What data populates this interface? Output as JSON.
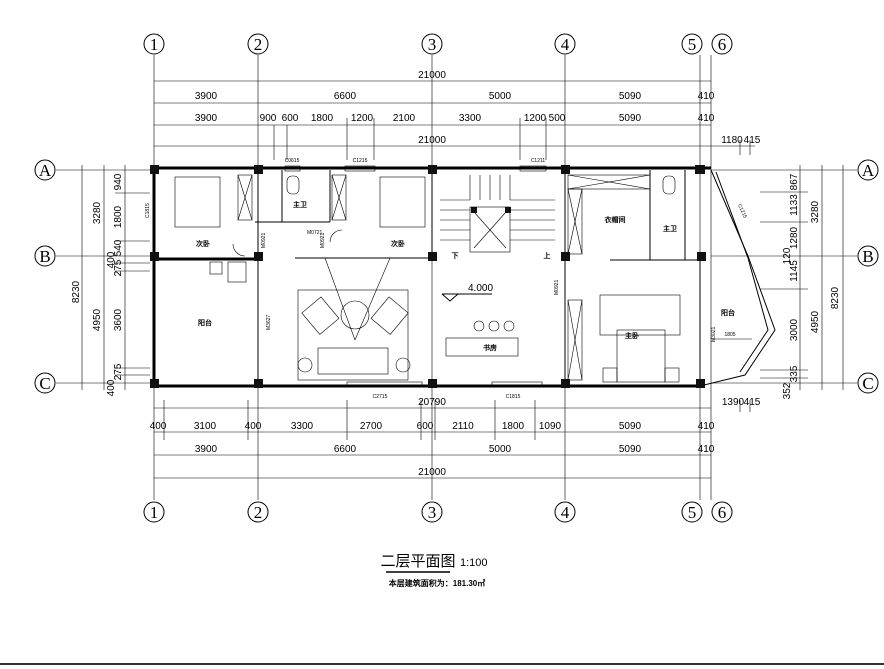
{
  "drawing": {
    "title": "二层平面图",
    "scale": "1:100",
    "area_note": "本层建筑面积为：181.30㎡",
    "elevation": "4.000"
  },
  "axes": {
    "columns": [
      "1",
      "2",
      "3",
      "4",
      "5",
      "6"
    ],
    "rows": [
      "A",
      "B",
      "C"
    ]
  },
  "dimensions": {
    "top_total": "21000",
    "top_axis": [
      "3900",
      "6600",
      "5000",
      "5090",
      "410"
    ],
    "top_detail": [
      "3900",
      "900",
      "600",
      "1800",
      "1200",
      "2100",
      "3300",
      "1200",
      "500",
      "5090",
      "410"
    ],
    "top_inner_total": "21000",
    "top_extra": [
      "1180",
      "415"
    ],
    "bottom_inner_total": "20790",
    "bottom_extra": [
      "1390",
      "415"
    ],
    "bottom_detail": [
      "400",
      "3100",
      "400",
      "3300",
      "2700",
      "600",
      "2110",
      "1800",
      "1090",
      "5090",
      "410"
    ],
    "bottom_axis": [
      "3900",
      "6600",
      "5000",
      "5090",
      "410"
    ],
    "bottom_total": "21000",
    "left_total": "8230",
    "left_axis": [
      "3280",
      "4950"
    ],
    "left_detail": [
      "940",
      "1800",
      "540",
      "400",
      "275",
      "3600",
      "275",
      "400"
    ],
    "right_total": "8230",
    "right_axis": [
      "3280",
      "4950"
    ],
    "right_detail": [
      "867",
      "1133",
      "1280",
      "120",
      "1145",
      "3000",
      "335",
      "352"
    ]
  },
  "rooms": {
    "bedroom_left": "次卧",
    "bathroom_1": "主卫",
    "bedroom_2": "次卧",
    "balcony_left": "阳台",
    "study": "书房",
    "closet": "衣帽间",
    "bathroom_2": "主卫",
    "master_bedroom": "主卧",
    "balcony_right": "阳台",
    "stair_down": "下",
    "stair_up": "上",
    "balcony_width": "1805"
  },
  "openings": {
    "windows": [
      "C0615",
      "C1215",
      "C1211",
      "C1215",
      "C2715",
      "C1815",
      "C1815"
    ],
    "doors": [
      "M0921",
      "M0721",
      "M0921",
      "M3627",
      "M0921",
      "M3021"
    ]
  }
}
